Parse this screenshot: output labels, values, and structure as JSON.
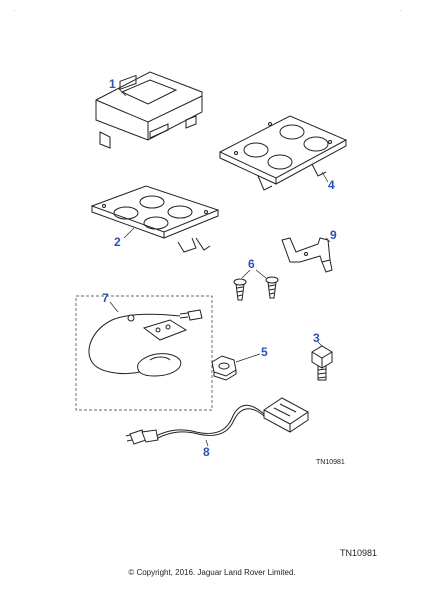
{
  "callouts": [
    {
      "id": "1",
      "label": "1"
    },
    {
      "id": "2",
      "label": "2"
    },
    {
      "id": "3",
      "label": "3"
    },
    {
      "id": "4",
      "label": "4"
    },
    {
      "id": "5",
      "label": "5"
    },
    {
      "id": "6",
      "label": "6"
    },
    {
      "id": "7",
      "label": "7"
    },
    {
      "id": "8",
      "label": "8"
    },
    {
      "id": "9",
      "label": "9"
    }
  ],
  "reference_small": "TN10981",
  "reference_large": "TN10981",
  "copyright": "© Copyright, 2016. Jaguar Land Rover Limited.",
  "colors": {
    "callout": "#2a4fd0",
    "line": "#222222"
  }
}
